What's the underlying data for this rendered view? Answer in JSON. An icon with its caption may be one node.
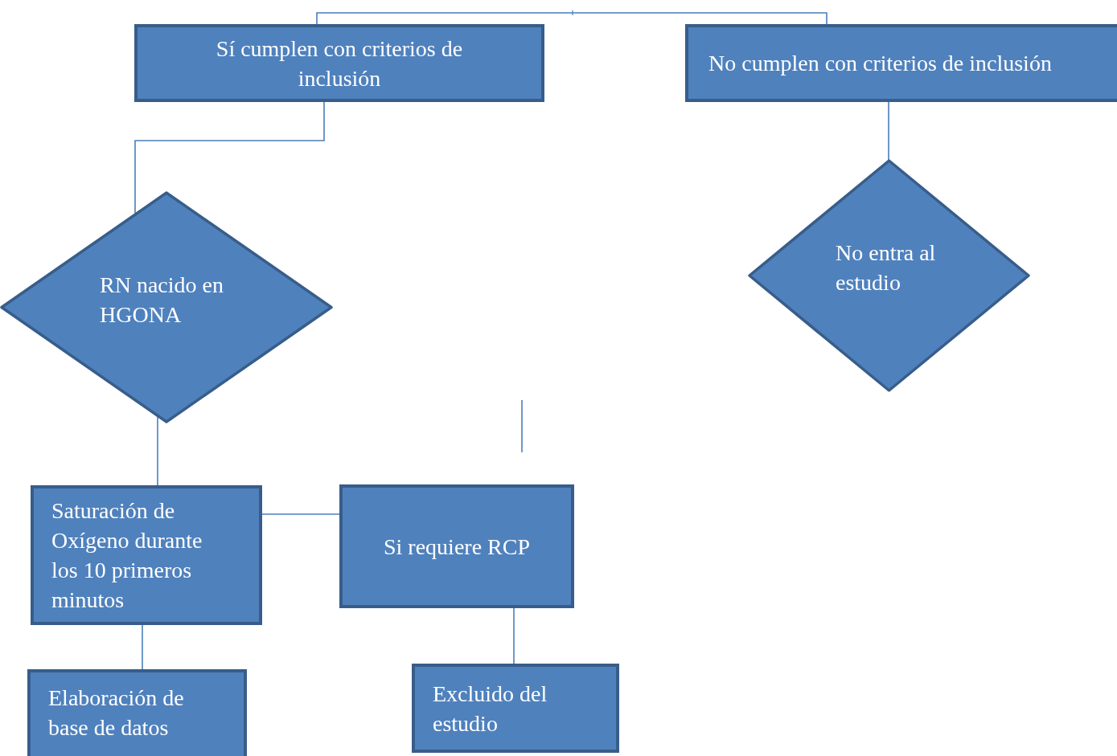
{
  "diagram": {
    "nodes": [
      {
        "text": [
          "Sí cumplen con criterios de inclusión"
        ]
      },
      {
        "text": [
          "No cumplen con criterios de inclusión"
        ]
      },
      {
        "text": [
          "RN nacido en HGONA"
        ]
      },
      {
        "text": [
          "No entra al estudio"
        ]
      },
      {
        "text": [
          "Saturación de Oxígeno durante los 10 primeros minutos"
        ]
      },
      {
        "text": [
          "Si requiere RCP"
        ]
      },
      {
        "text": [
          "Elaboración de base de datos"
        ]
      },
      {
        "text": [
          "Excluido del estudio"
        ]
      }
    ],
    "edges": [
      {
        "from": 0,
        "to": 1,
        "arrow": "none"
      },
      {
        "from": 0,
        "to": 2,
        "arrow": "none"
      },
      {
        "from": 1,
        "to": 3,
        "arrow": "none"
      },
      {
        "from": 2,
        "to": 4,
        "arrow": "none"
      },
      {
        "from": 4,
        "to": 5,
        "arrow": "none"
      },
      {
        "from": 5,
        "to": 7,
        "arrow": "none"
      },
      {
        "from": 4,
        "to": 6,
        "arrow": "none"
      }
    ]
  }
}
